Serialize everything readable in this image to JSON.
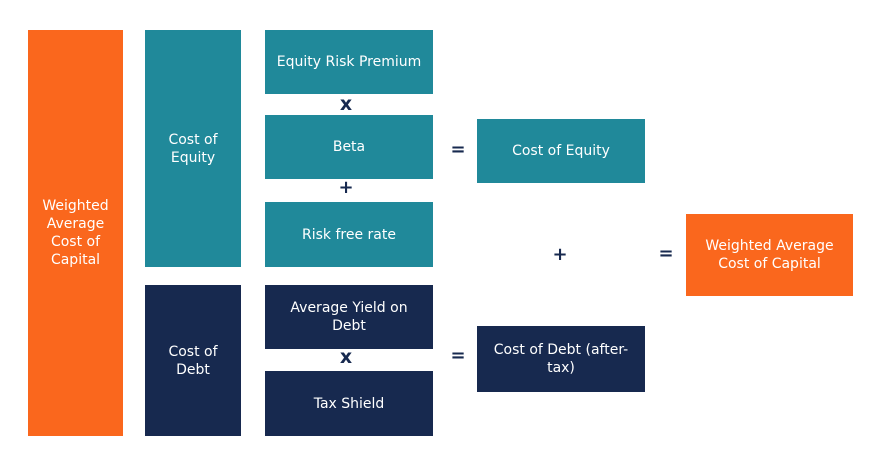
{
  "colors": {
    "orange": "#fa671d",
    "teal": "#20899a",
    "navy": "#17294f",
    "operator": "#17294f"
  },
  "diagram": {
    "wacc_label": "Weighted\nAverage\nCost of\nCapital",
    "equity": {
      "label": "Cost of\nEquity",
      "equity_risk_premium": "Equity Risk Premium",
      "beta": "Beta",
      "risk_free_rate": "Risk free rate",
      "result": "Cost of Equity"
    },
    "debt": {
      "label": "Cost of\nDebt",
      "average_yield": "Average Yield on\nDebt",
      "tax_shield": "Tax Shield",
      "result": "Cost of Debt (after-\ntax)"
    },
    "final_result": "Weighted Average\nCost of Capital",
    "operators": {
      "multiply": "x",
      "plus": "+",
      "equals": "="
    }
  }
}
